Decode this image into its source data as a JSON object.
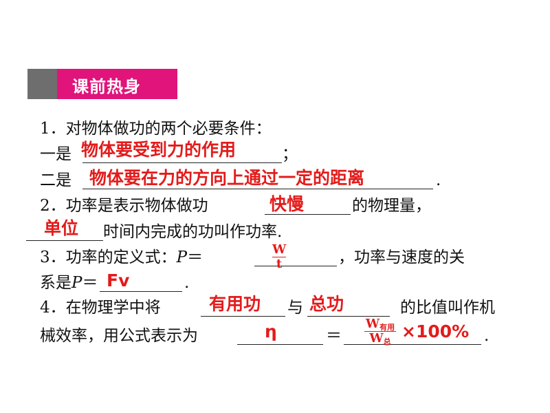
{
  "banner": {
    "title": "课前热身"
  },
  "q1": {
    "text": "1．对物体做功的两个必要条件：",
    "l2_prefix": "一是",
    "l2_suffix": "；",
    "a1": "物体要受到力的作用",
    "l3_prefix": "二是",
    "l3_suffix": ".",
    "a2": "物体要在力的方向上通过一定的距离"
  },
  "q2": {
    "text_a": "2．功率是表示物体做功",
    "text_b": "的物理量，",
    "a1": "快慢",
    "text_c": "时间内完成的功叫作功率.",
    "a2": "单位"
  },
  "q3": {
    "text_a": "3．功率的定义式：",
    "var_p": "P",
    "eq": "＝",
    "text_b": "，功率与速度的关",
    "text_c": "系是",
    "text_d": ".",
    "a1_num": "W",
    "a1_den": "t",
    "a2": "Fv"
  },
  "q4": {
    "text_a": "4．在物理学中将",
    "text_b": "与",
    "text_c": "的比值叫作机",
    "text_d": "械效率，用公式表示为",
    "eq": "＝",
    "end": ".",
    "a1": "有用功",
    "a2": "总功",
    "a3": "η",
    "frac_num": "W",
    "frac_num_sub": "有用",
    "frac_den": "W",
    "frac_den_sub": "总",
    "times": "×100%"
  }
}
